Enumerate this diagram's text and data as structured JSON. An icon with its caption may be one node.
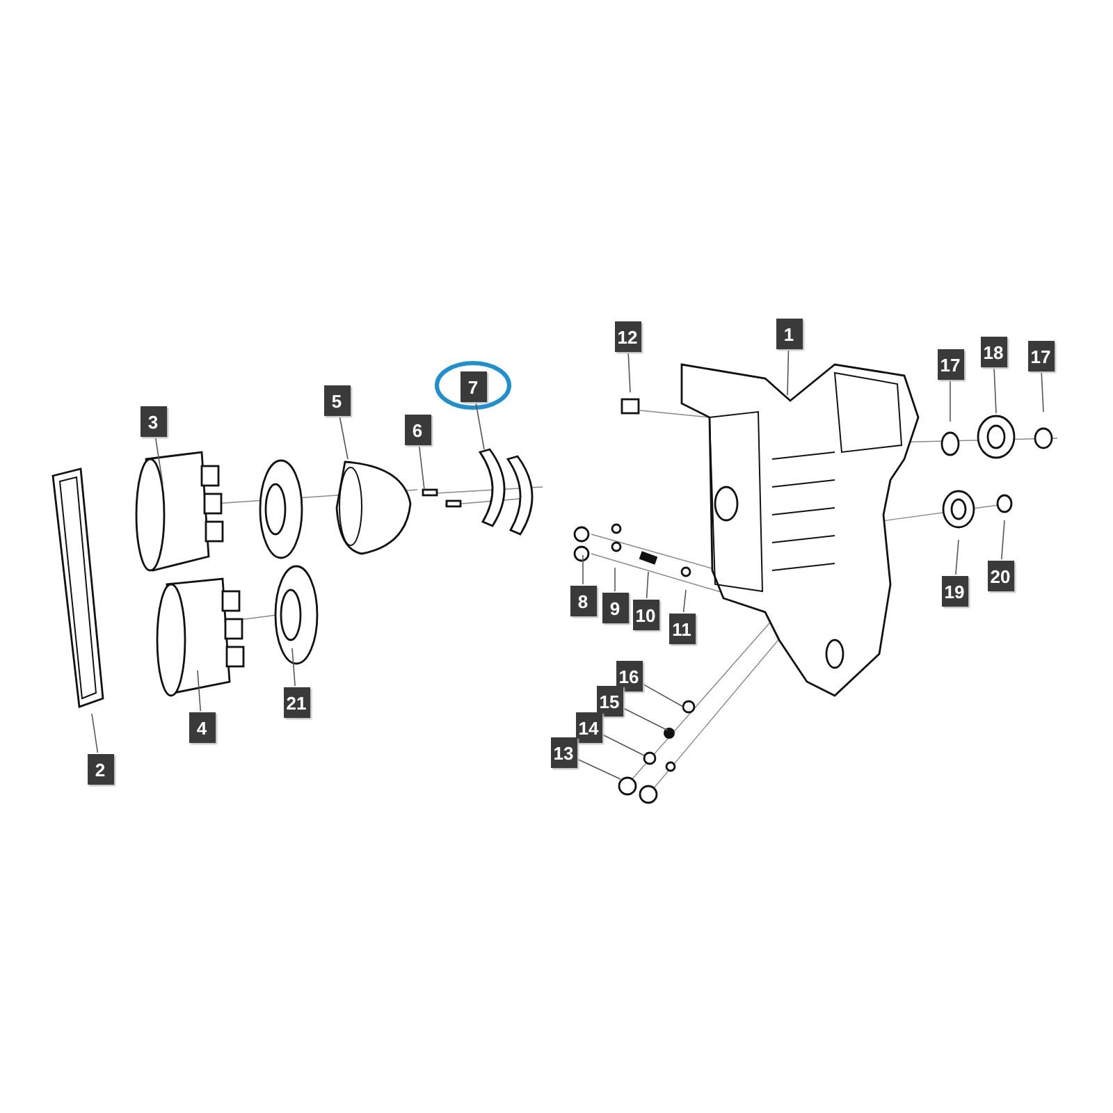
{
  "diagram": {
    "nodes": [
      {
        "text": [
          "1"
        ]
      },
      {
        "text": [
          "12"
        ]
      },
      {
        "text": [
          "18"
        ]
      },
      {
        "text": [
          "17"
        ]
      },
      {
        "text": [
          "17"
        ]
      },
      {
        "text": [
          "7"
        ]
      },
      {
        "text": [
          "5"
        ]
      },
      {
        "text": [
          "3"
        ]
      },
      {
        "text": [
          "6"
        ]
      },
      {
        "text": [
          "20"
        ]
      },
      {
        "text": [
          "19"
        ]
      },
      {
        "text": [
          "8"
        ]
      },
      {
        "text": [
          "9"
        ]
      },
      {
        "text": [
          "10"
        ]
      },
      {
        "text": [
          "11"
        ]
      },
      {
        "text": [
          "16"
        ]
      },
      {
        "text": [
          "15"
        ]
      },
      {
        "text": [
          "21"
        ]
      },
      {
        "text": [
          "14"
        ]
      },
      {
        "text": [
          "4"
        ]
      },
      {
        "text": [
          "13"
        ]
      },
      {
        "text": [
          "2"
        ]
      }
    ],
    "edges": [
      {
        "from": 0,
        "to": null,
        "arrow": "none"
      },
      {
        "from": 1,
        "to": null,
        "arrow": "none"
      },
      {
        "from": 2,
        "to": null,
        "arrow": "none"
      },
      {
        "from": 3,
        "to": null,
        "arrow": "none"
      },
      {
        "from": 4,
        "to": null,
        "arrow": "none"
      },
      {
        "from": 5,
        "to": null,
        "arrow": "none"
      },
      {
        "from": 6,
        "to": null,
        "arrow": "none"
      },
      {
        "from": 7,
        "to": null,
        "arrow": "none"
      },
      {
        "from": 8,
        "to": null,
        "arrow": "none"
      },
      {
        "from": 9,
        "to": null,
        "arrow": "none"
      },
      {
        "from": 10,
        "to": null,
        "arrow": "none"
      },
      {
        "from": 11,
        "to": null,
        "arrow": "none"
      },
      {
        "from": 12,
        "to": null,
        "arrow": "none"
      },
      {
        "from": 13,
        "to": null,
        "arrow": "none"
      },
      {
        "from": 14,
        "to": null,
        "arrow": "none"
      },
      {
        "from": 15,
        "to": null,
        "arrow": "none"
      },
      {
        "from": 16,
        "to": null,
        "arrow": "none"
      },
      {
        "from": 17,
        "to": null,
        "arrow": "none"
      },
      {
        "from": 18,
        "to": null,
        "arrow": "none"
      },
      {
        "from": 19,
        "to": null,
        "arrow": "none"
      },
      {
        "from": 20,
        "to": null,
        "arrow": "none"
      },
      {
        "from": 21,
        "to": null,
        "arrow": "none"
      }
    ]
  }
}
